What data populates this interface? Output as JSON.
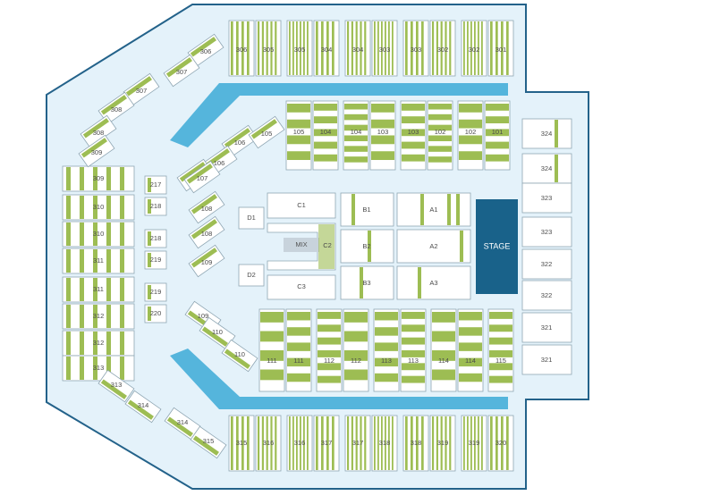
{
  "colors": {
    "arena_fill": "#e4f2fa",
    "arena_stroke": "#23628a",
    "walkway": "#55b5dc",
    "section_fill": "#ffffff",
    "available": "#9dbd53",
    "stage": "#19628a",
    "mix": "#c8d3dc"
  },
  "stage": {
    "label": "STAGE"
  },
  "mix": {
    "label": "MIX"
  },
  "floor": {
    "A1": "A1",
    "A2": "A2",
    "A3": "A3",
    "B1": "B1",
    "B2": "B2",
    "B3": "B3",
    "C1": "C1",
    "C2": "C2",
    "C3": "C3",
    "D1": "D1",
    "D2": "D2"
  },
  "upper_top": [
    "306",
    "305",
    "305",
    "304",
    "304",
    "303",
    "303",
    "302",
    "302",
    "301"
  ],
  "lower_top": [
    "105",
    "104",
    "104",
    "103",
    "103",
    "102",
    "102",
    "101"
  ],
  "lower_bottom": [
    "111",
    "111",
    "112",
    "112",
    "113",
    "113",
    "114",
    "114",
    "115"
  ],
  "upper_bottom": [
    "315",
    "316",
    "316",
    "317",
    "317",
    "318",
    "318",
    "319",
    "319",
    "320"
  ],
  "right_side": [
    "324",
    "324",
    "323",
    "323",
    "322",
    "322",
    "321",
    "321"
  ],
  "corner_top": [
    "306",
    "307",
    "307",
    "308",
    "308",
    "309",
    "106",
    "105",
    "106",
    "107",
    "107",
    "108",
    "108",
    "109"
  ],
  "left_side": [
    "309",
    "310",
    "310",
    "311",
    "311",
    "312",
    "312",
    "313"
  ],
  "inner_left": [
    "217",
    "218",
    "218",
    "219",
    "219",
    "220"
  ],
  "corner_bottom": [
    "109",
    "110",
    "110",
    "313",
    "314",
    "314",
    "315"
  ]
}
